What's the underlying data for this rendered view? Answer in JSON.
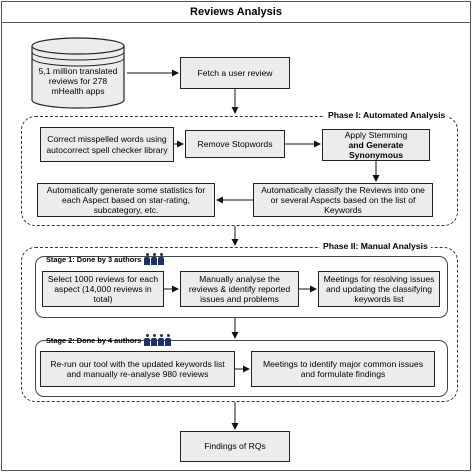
{
  "title": "Reviews Analysis",
  "database": {
    "text": "5,1 million translated reviews for 278 mHealth apps"
  },
  "fetch": {
    "label": "Fetch a user review"
  },
  "phase1": {
    "label": "Phase I: Automated Analysis",
    "correct": "Correct misspelled words using autocorrect spell checker library",
    "stopwords": "Remove Stopwords",
    "stemming_line1": "Apply Stemming",
    "stemming_line2": "and Generate Synonymous",
    "classify": "Automatically classify the Reviews into one or several Aspects based on the list of Keywords",
    "statistics": "Automatically generate some statistics for each Aspect based on star-rating, subcategory, etc."
  },
  "phase2": {
    "label": "Phase II: Manual Analysis",
    "stage1": {
      "label": "Stage 1: Done by 3 authors",
      "authors": 3,
      "select": "Select 1000 reviews for each aspect (14,000 reviews in total)",
      "manual": "Manually analyse the reviews & identify reported issues and problems",
      "meetings": "Meetings for resolving issues and updating the classifying keywords list"
    },
    "stage2": {
      "label": "Stage 2: Done by 4 authors",
      "authors": 4,
      "rerun": "Re-run our tool with the updated keywords list and manually re-analyse 980 reviews",
      "meetings": "Meetings to identify major common issues and formulate findings"
    }
  },
  "findings": {
    "label": "Findings of RQs"
  },
  "colors": {
    "box_fill": "#ececec",
    "border": "#222222",
    "people_icon": "#1f3160"
  }
}
